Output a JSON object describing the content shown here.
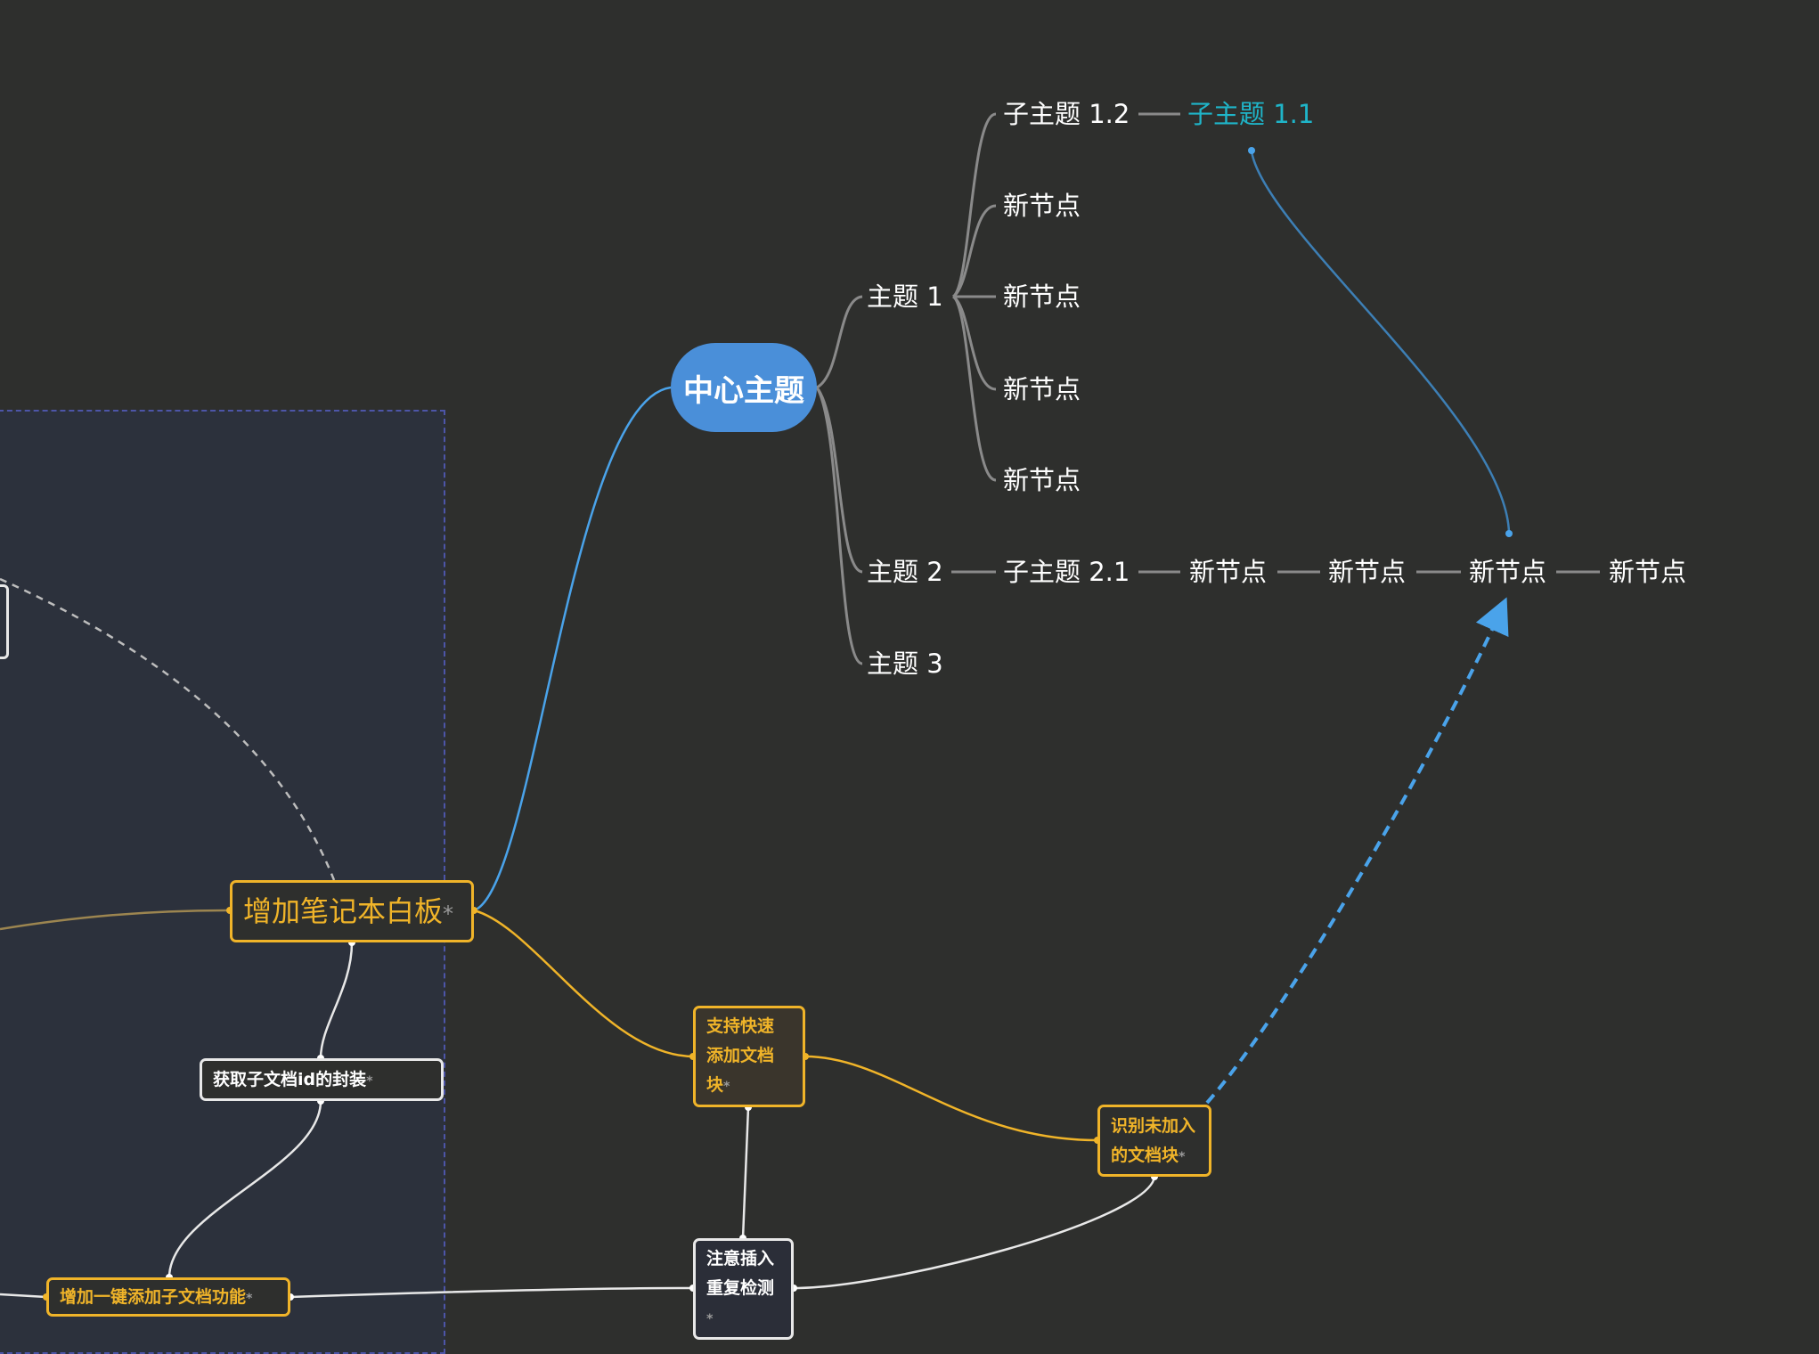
{
  "mindmap": {
    "center": "中心主题",
    "topic1": "主题 1",
    "topic2": "主题 2",
    "topic3": "主题 3",
    "sub12": "子主题 1.2",
    "sub11": "子主题 1.1",
    "sub21": "子主题 2.1",
    "new_node": "新节点"
  },
  "whiteboard": {
    "main": "增加笔记本白板",
    "get_child_id": "获取子文档id的封装",
    "add_child_doc": "增加一键添加子文档功能",
    "quick_add_line1": "支持快速",
    "quick_add_line2": "添加文档",
    "quick_add_line3": "块",
    "dup_check_line1": "注意插入",
    "dup_check_line2": "重复检测",
    "recognize_line1": "识别未加入",
    "recognize_line2": "的文档块",
    "star": "*"
  },
  "colors": {
    "background": "#2e2f2d",
    "center": "#4a8fd9",
    "accent_yellow": "#f0b429",
    "teal": "#1fb5c9",
    "link_blue": "#4aa3ea"
  }
}
